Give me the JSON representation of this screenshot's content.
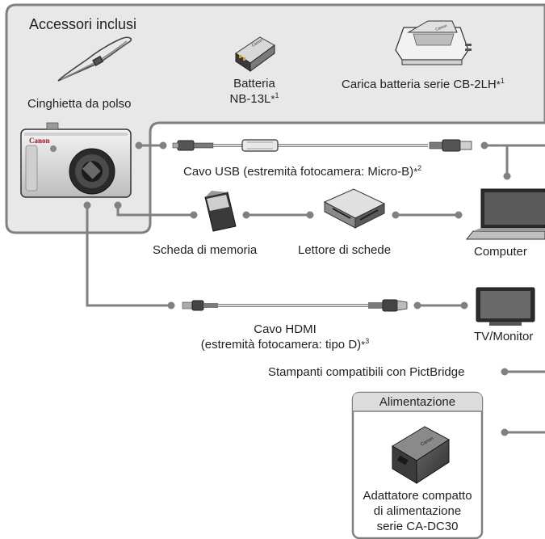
{
  "included": {
    "title": "Accessori inclusi",
    "strap": "Cinghietta da polso",
    "battery_line1": "Batteria",
    "battery_line2": "NB-13L",
    "battery_mark": "*",
    "battery_note": "1",
    "charger": "Carica batteria serie CB-2LH",
    "charger_mark": "*",
    "charger_note": "1"
  },
  "connections": {
    "usb_cable": "Cavo USB (estremità fotocamera: Micro-B)",
    "usb_mark": "*",
    "usb_note": "2",
    "memory_card": "Scheda di memoria",
    "card_reader": "Lettore di schede",
    "computer": "Computer",
    "hdmi_line1": "Cavo HDMI",
    "hdmi_line2": "(estremità fotocamera: tipo D)",
    "hdmi_mark": "*",
    "hdmi_note": "3",
    "tv": "TV/Monitor",
    "printers": "Stampanti compatibili con PictBridge"
  },
  "power": {
    "title": "Alimentazione",
    "adapter_line1": "Adattatore compatto",
    "adapter_line2": "di alimentazione",
    "adapter_line3": "serie CA-DC30"
  },
  "brand": {
    "camera": "Canon",
    "adapter": "Canon",
    "charger": "Canon",
    "battery": "Canon"
  },
  "colors": {
    "line": "#808080",
    "panel_fill": "#e8e8e8",
    "power_header": "#dcdcdc"
  }
}
